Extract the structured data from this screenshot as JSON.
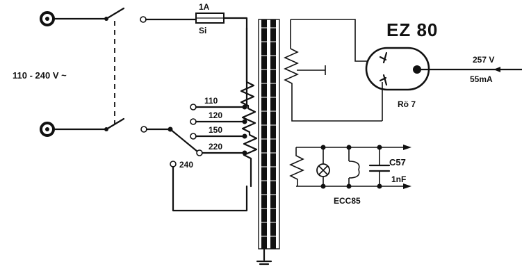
{
  "diagram": {
    "supply_voltage": "110 - 240 V ~",
    "fuse_rating": "1A",
    "fuse_type": "Si",
    "taps": [
      "110",
      "120",
      "150",
      "220"
    ],
    "tap_240": "240",
    "rectifier_tube": "EZ 80",
    "rectifier_socket": "Rö 7",
    "output_voltage": "257 V",
    "output_current": "55mA",
    "capacitor_ref": "C57",
    "capacitor_value": "1nF",
    "heater_tube": "ECC85"
  }
}
